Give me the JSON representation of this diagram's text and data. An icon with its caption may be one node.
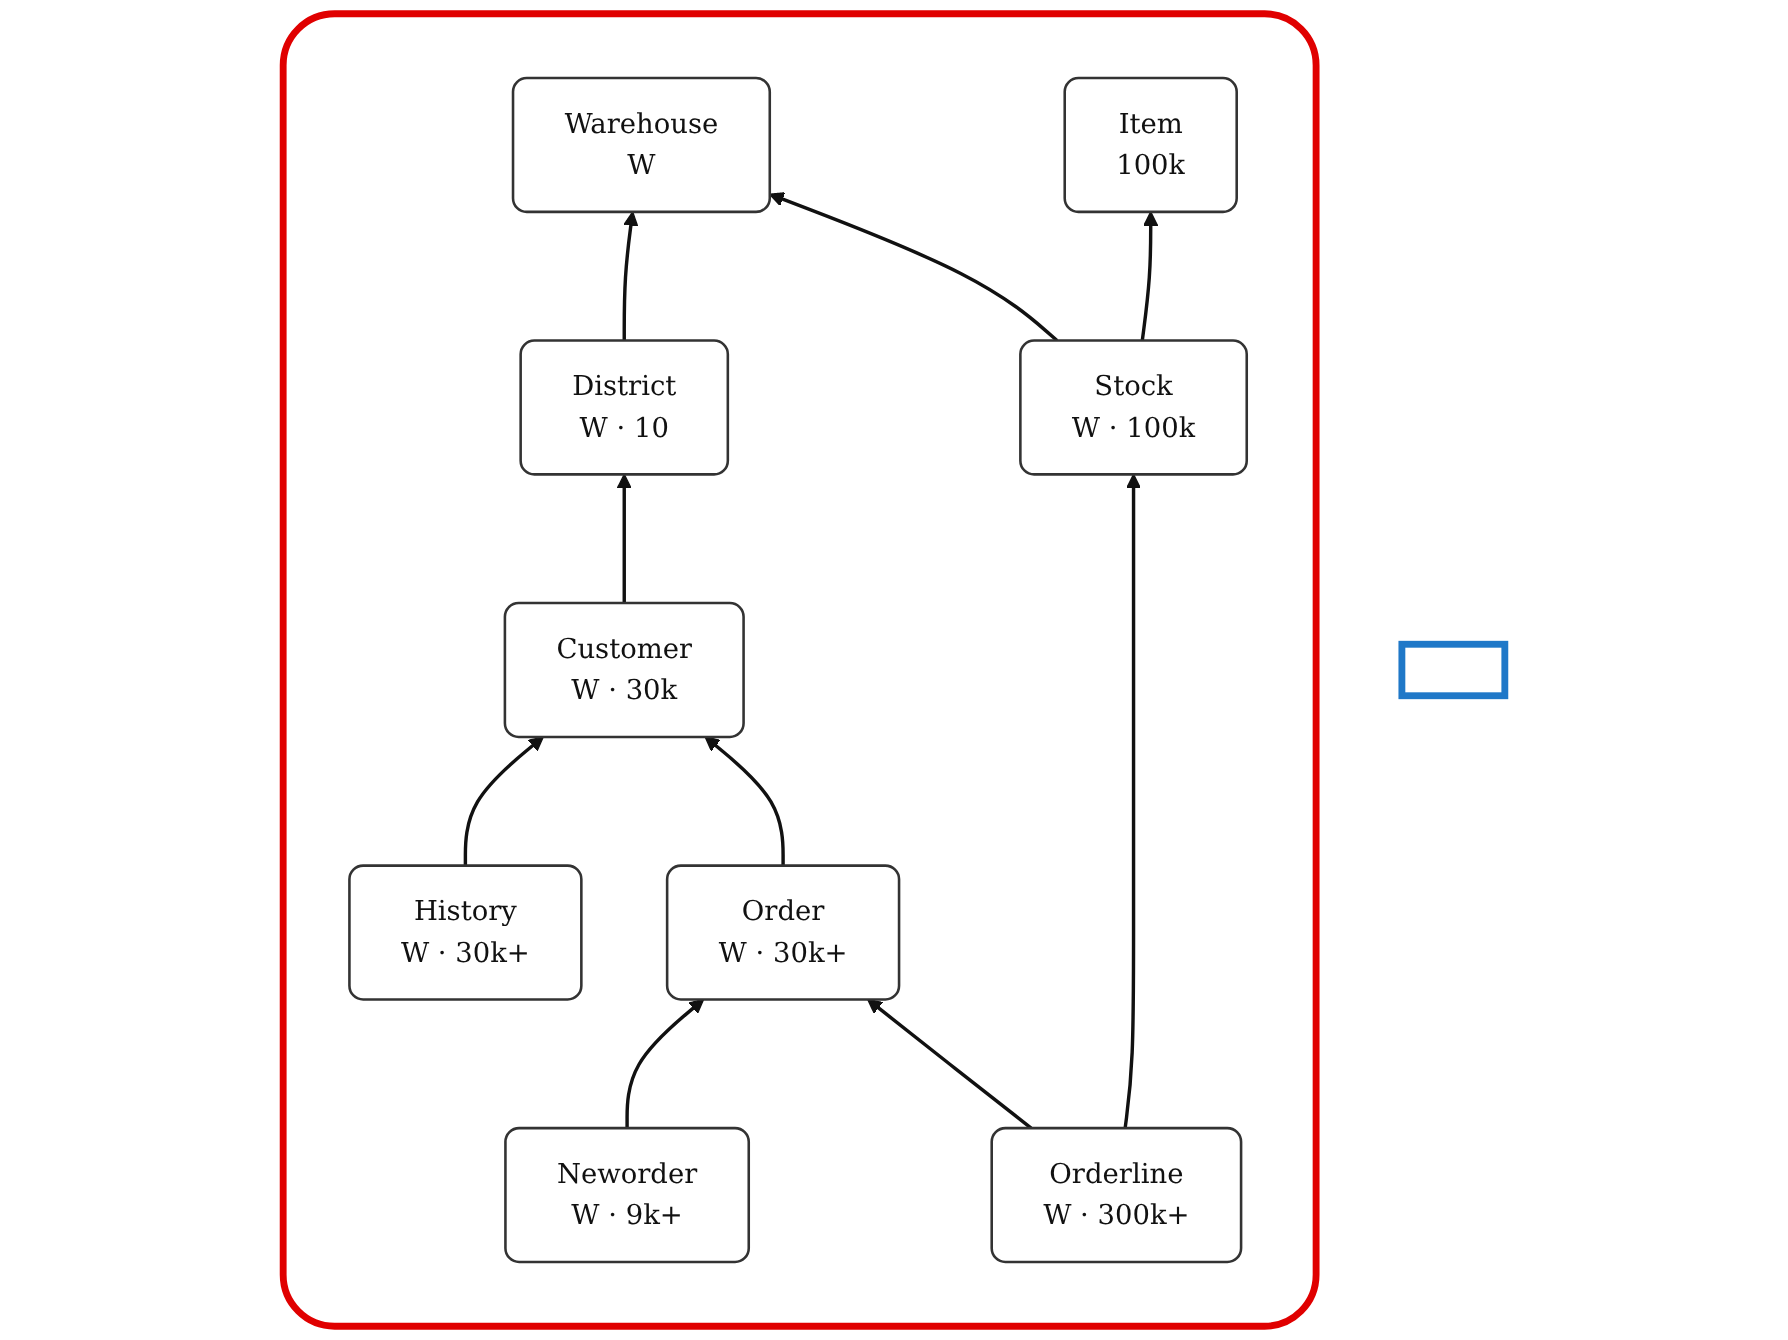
{
  "diagram": {
    "nodes": [
      {
        "text": [],
        "shape": "box"
      },
      {
        "text": [],
        "shape": "cylinder"
      },
      {
        "text": [
          "Warehouse",
          "W"
        ],
        "in": 1
      },
      {
        "text": [
          "District",
          "W · 10"
        ],
        "in": 1
      },
      {
        "text": [
          "History",
          "W · 30k+"
        ],
        "in": 1
      },
      {
        "text": [
          "Stock",
          "W · 100k"
        ],
        "in": 1
      },
      {
        "text": [
          "Customer",
          "W · 30k"
        ],
        "in": 1
      },
      {
        "text": [
          "Neworder",
          "W · 9k+"
        ],
        "in": 1
      },
      {
        "text": [
          "Item",
          "100k"
        ],
        "in": 1
      },
      {
        "text": [
          "Orderline",
          "W · 300k+"
        ],
        "in": 1
      },
      {
        "text": [
          "Order",
          "W · 30k+"
        ],
        "in": 1
      }
    ],
    "edges": [
      {
        "from": 3,
        "to": 2,
        "arrow": "to"
      },
      {
        "from": 5,
        "to": 2,
        "arrow": "to"
      },
      {
        "from": 6,
        "to": 3,
        "arrow": "to"
      },
      {
        "from": 4,
        "to": 6,
        "arrow": "to"
      },
      {
        "from": 5,
        "to": 8,
        "arrow": "to"
      },
      {
        "from": 9,
        "to": 5,
        "arrow": "to"
      },
      {
        "from": 10,
        "to": 6,
        "arrow": "to"
      },
      {
        "from": 7,
        "to": 10,
        "arrow": "to"
      },
      {
        "from": 9,
        "to": 10,
        "arrow": "to"
      }
    ]
  }
}
